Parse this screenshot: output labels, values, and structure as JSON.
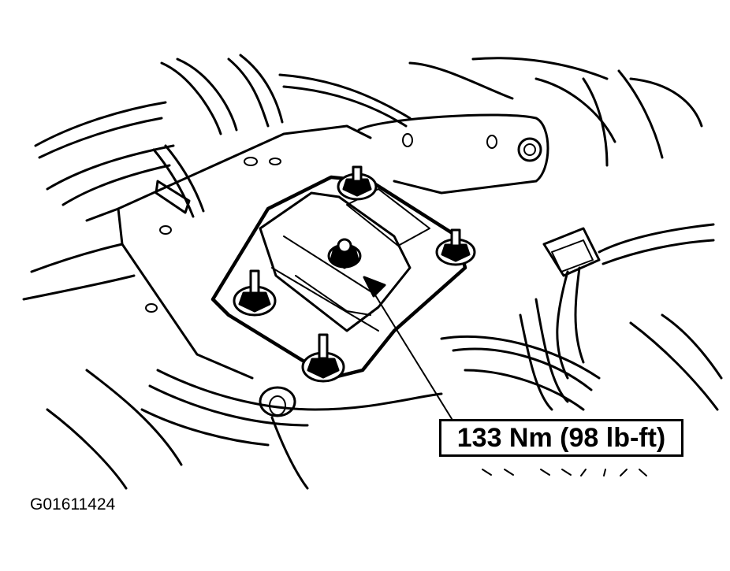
{
  "illustration": {
    "subject": "engine-mount-assembly",
    "callout": {
      "torque_label": "133 Nm (98 lb-ft)"
    },
    "figure_id": "G01611424",
    "colors": {
      "line": "#000000",
      "background": "#ffffff"
    }
  }
}
